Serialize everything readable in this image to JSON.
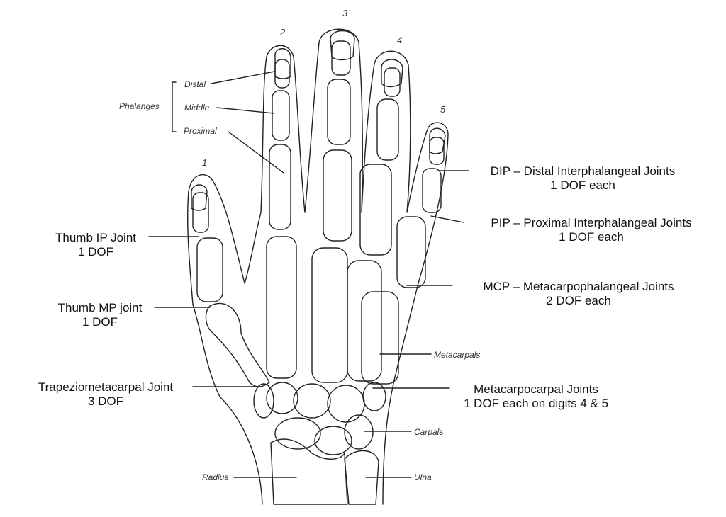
{
  "digits": [
    "1",
    "2",
    "3",
    "4",
    "5"
  ],
  "phalanges": {
    "group": "Phalanges",
    "distal": "Distal",
    "middle": "Middle",
    "proximal": "Proximal"
  },
  "bones": {
    "metacarpals": "Metacarpals",
    "carpals": "Carpals",
    "radius": "Radius",
    "ulna": "Ulna"
  },
  "joints": {
    "dip": {
      "name": "DIP – Distal Interphalangeal Joints",
      "dof": "1 DOF each"
    },
    "pip": {
      "name": "PIP – Proximal Interphalangeal Joints",
      "dof": "1 DOF each"
    },
    "mcp": {
      "name": "MCP – Metacarpophalangeal Joints",
      "dof": "2 DOF each"
    },
    "metacarpocarpal": {
      "name": "Metacarpocarpal Joints",
      "dof": "1 DOF each on digits 4 & 5"
    },
    "thumb_ip": {
      "name": "Thumb IP Joint",
      "dof": "1 DOF"
    },
    "thumb_mp": {
      "name": "Thumb MP joint",
      "dof": "1 DOF"
    },
    "trapeziometacarpal": {
      "name": "Trapeziometacarpal Joint",
      "dof": "3 DOF"
    }
  }
}
